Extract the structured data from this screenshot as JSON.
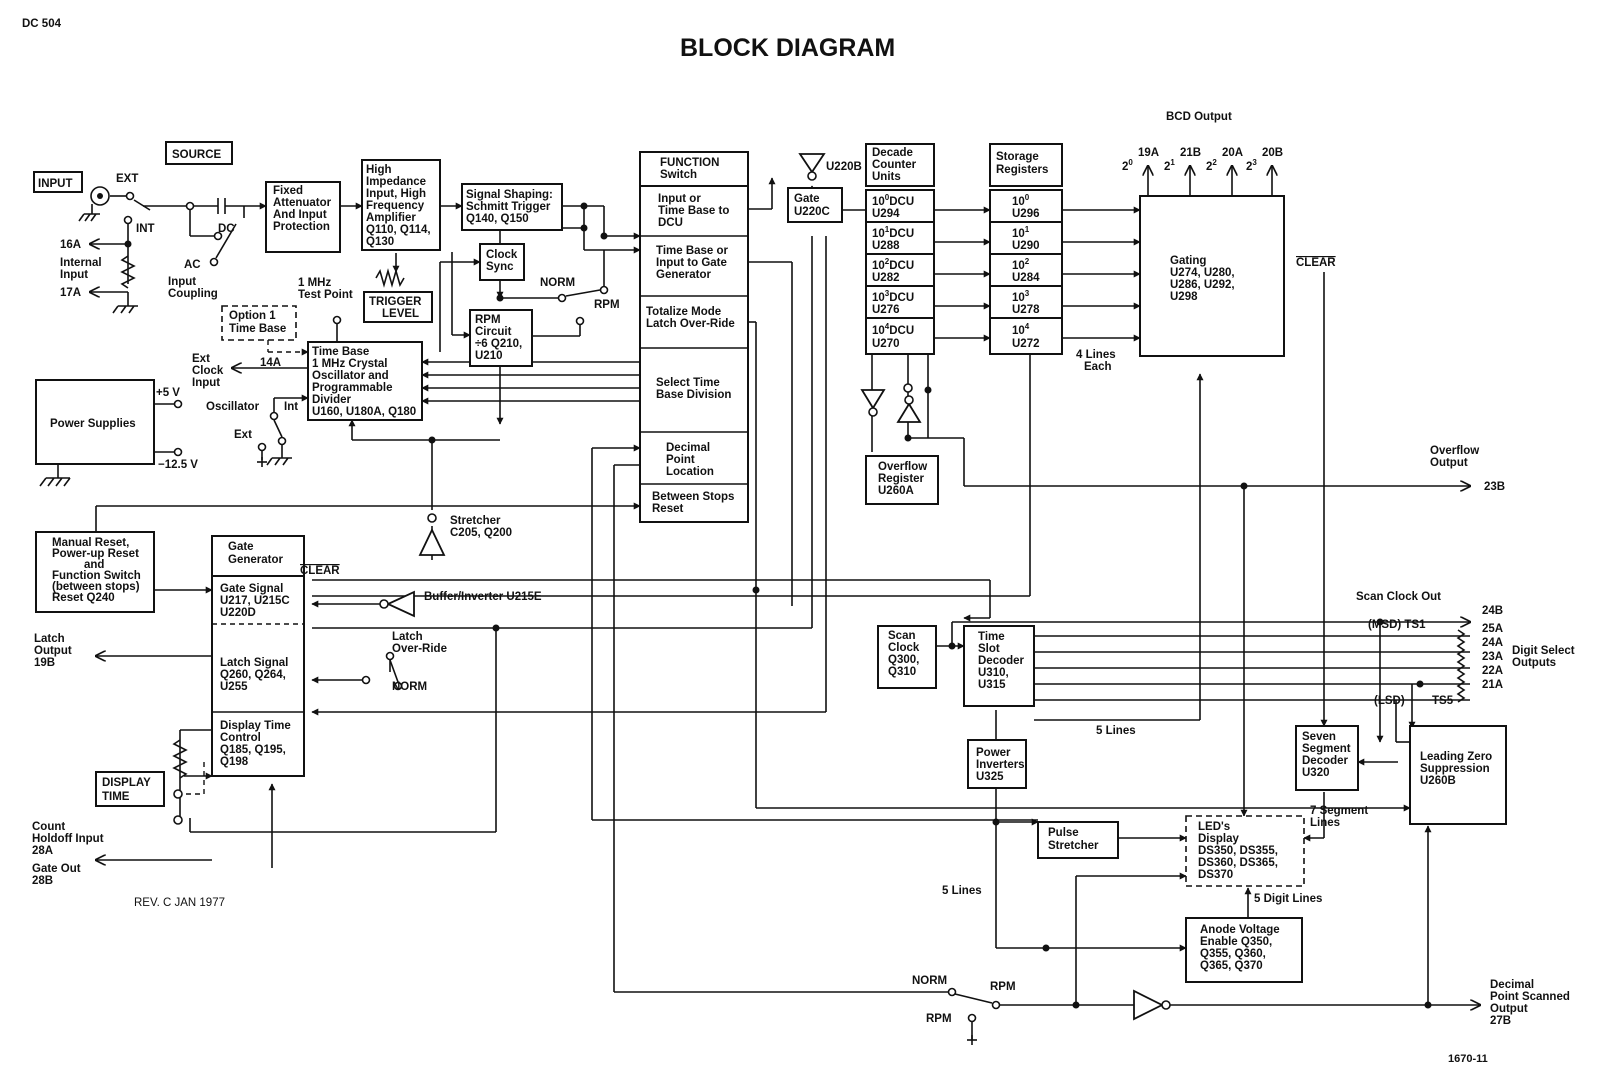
{
  "header": {
    "model": "DC 504",
    "title": "BLOCK DIAGRAM",
    "revision": "REV. C JAN 1977",
    "figure_number": "1670-11"
  },
  "frames": {
    "input": [
      "INPUT"
    ],
    "source": [
      "SOURCE"
    ],
    "trigger": [
      "TRIGGER",
      "LEVEL"
    ],
    "display_time": [
      "DISPLAY",
      "TIME"
    ]
  },
  "blocks": {
    "attenuator": [
      "Fixed",
      "Attenuator",
      "And Input",
      "Protection"
    ],
    "amplifier": [
      "High",
      "Impedance",
      "Input, High",
      "Frequency",
      "Amplifier",
      "Q110, Q114,",
      "Q130"
    ],
    "shaping": [
      "Signal Shaping:",
      "Schmitt Trigger",
      "Q140, Q150"
    ],
    "clock_sync": [
      "Clock",
      "Sync"
    ],
    "rpm_circuit": [
      "RPM",
      "Circuit",
      "÷6 Q210,",
      "U210"
    ],
    "option_timebase": [
      "Option 1",
      "Time Base"
    ],
    "timebase": [
      "Time Base",
      "1 MHz Crystal",
      "Oscillator and",
      "Programmable",
      "Divider",
      "U160, U180A, Q180"
    ],
    "power": [
      "Power Supplies"
    ],
    "function_switch": {
      "title": [
        "FUNCTION",
        "Switch"
      ],
      "sections": [
        [
          "Input or",
          "Time Base to",
          "DCU"
        ],
        [
          "Time Base or",
          "Input to Gate",
          "Generator"
        ],
        [
          "Totalize Mode",
          "Latch Over-Ride"
        ],
        [
          "Select Time",
          "Base Division"
        ],
        [
          "Decimal",
          "Point",
          "Location"
        ],
        [
          "Between Stops",
          "Reset"
        ]
      ]
    },
    "gate_u220c": [
      "Gate",
      "U220C"
    ],
    "dcu": {
      "title": [
        "Decade",
        "Counter",
        "Units"
      ],
      "items": [
        {
          "label": "DCU",
          "exp": "0",
          "part": "U294"
        },
        {
          "label": "DCU",
          "exp": "1",
          "part": "U288"
        },
        {
          "label": "DCU",
          "exp": "2",
          "part": "U282"
        },
        {
          "label": "DCU",
          "exp": "3",
          "part": "U276"
        },
        {
          "label": "DCU",
          "exp": "4",
          "part": "U270"
        }
      ]
    },
    "storage": {
      "title": [
        "Storage",
        "Registers"
      ],
      "items": [
        {
          "exp": "0",
          "part": "U296"
        },
        {
          "exp": "1",
          "part": "U290"
        },
        {
          "exp": "2",
          "part": "U284"
        },
        {
          "exp": "3",
          "part": "U278"
        },
        {
          "exp": "4",
          "part": "U272"
        }
      ]
    },
    "gating": [
      "Gating",
      "U274, U280,",
      "U286, U292,",
      "U298"
    ],
    "overflow_register": [
      "Overflow",
      "Register",
      "U260A"
    ],
    "manual_reset": [
      "Manual Reset,",
      "Power-up Reset",
      "and",
      "Function Switch",
      "(between stops)",
      "Reset Q240"
    ],
    "gate_generator": {
      "title": [
        "Gate",
        "Generator"
      ],
      "sections": [
        [
          "Gate Signal",
          "U217, U215C",
          "U220D"
        ],
        [
          "Latch Signal",
          "Q260, Q264,",
          "U255"
        ],
        [
          "Display Time",
          "Control",
          "Q185, Q195,",
          "Q198"
        ]
      ]
    },
    "scan_clock": [
      "Scan",
      "Clock",
      "Q300,",
      "Q310"
    ],
    "time_slot": [
      "Time",
      "Slot",
      "Decoder",
      "U310,",
      "U315"
    ],
    "power_inverters": [
      "Power",
      "Inverters",
      "U325"
    ],
    "pulse_stretcher": [
      "Pulse",
      "Stretcher"
    ],
    "leds_display": [
      "LED's",
      "Display",
      "DS350, DS355,",
      "DS360, DS365,",
      "DS370"
    ],
    "anode": [
      "Anode Voltage",
      "Enable Q350,",
      "Q355, Q360,",
      "Q365, Q370"
    ],
    "seven_segment": [
      "Seven",
      "Segment",
      "Decoder",
      "U320"
    ],
    "leading_zero": [
      "Leading Zero",
      "Suppression",
      "U260B"
    ]
  },
  "labels": {
    "ext": "EXT",
    "int": "INT",
    "dc": "DC",
    "ac": "AC",
    "internal_input": [
      "Internal",
      "Input"
    ],
    "pin_16a": "16A",
    "pin_17a": "17A",
    "input_coupling": [
      "Input",
      "Coupling"
    ],
    "test_point": [
      "1 MHz",
      "Test Point"
    ],
    "norm": "NORM",
    "rpm": "RPM",
    "u220b": "U220B",
    "pin_14a": "14A",
    "ext_clock_input": [
      "Ext",
      "Clock",
      "Input"
    ],
    "plus5v": "+5 V",
    "minus12v": "−12.5 V",
    "oscillator": "Oscillator",
    "osc_int": "Int",
    "osc_ext": "Ext",
    "stretcher": [
      "Stretcher",
      "C205, Q200"
    ],
    "buffer_inverter": "Buffer/Inverter U215E",
    "clear": "CLEAR",
    "latch_override": [
      "Latch",
      "Over-Ride"
    ],
    "latch_output": [
      "Latch",
      "Output",
      "19B"
    ],
    "count_holdoff": [
      "Count",
      "Holdoff Input",
      "28A"
    ],
    "gate_out": [
      "Gate Out",
      "28B"
    ],
    "bcd_output": "BCD Output",
    "bcd_pins": [
      "19A",
      "21B",
      "20A",
      "20B"
    ],
    "bcd_weights": [
      "2",
      "2",
      "2",
      "2"
    ],
    "bcd_weight_exps": [
      "0",
      "1",
      "2",
      "3"
    ],
    "four_lines": [
      "4 Lines",
      "Each"
    ],
    "overflow_output": [
      "Overflow",
      "Output"
    ],
    "pin_23b": "23B",
    "scan_clock_out": "Scan Clock Out",
    "pin_24b": "24B",
    "msd_ts1": "(MSD) TS1",
    "digit_pins": [
      "25A",
      "24A",
      "23A",
      "22A",
      "21A"
    ],
    "digit_select": [
      "Digit Select",
      "Outputs"
    ],
    "lsd": "(LSD)",
    "ts5": "TS5",
    "five_lines": "5 Lines",
    "seven_segment_lines": [
      "7 Segment",
      "Lines"
    ],
    "five_digit_lines": "5 Digit Lines",
    "decimal_point_output": [
      "Decimal",
      "Point Scanned",
      "Output",
      "27B"
    ]
  }
}
